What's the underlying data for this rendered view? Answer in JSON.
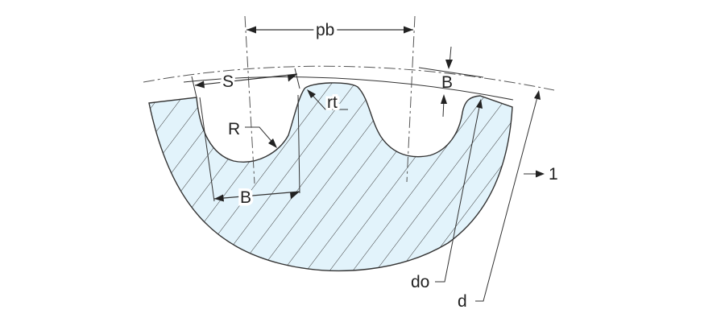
{
  "diagram": {
    "colors": {
      "fill": "#e2f3fb",
      "outline": "#333333",
      "hatch": "#3a3a3a"
    },
    "labels": {
      "pb": "pb",
      "s": "S",
      "b_top": "B",
      "rt": "rt",
      "r": "R",
      "b_bottom": "B",
      "one": "1",
      "do": "do",
      "d": "d"
    }
  }
}
